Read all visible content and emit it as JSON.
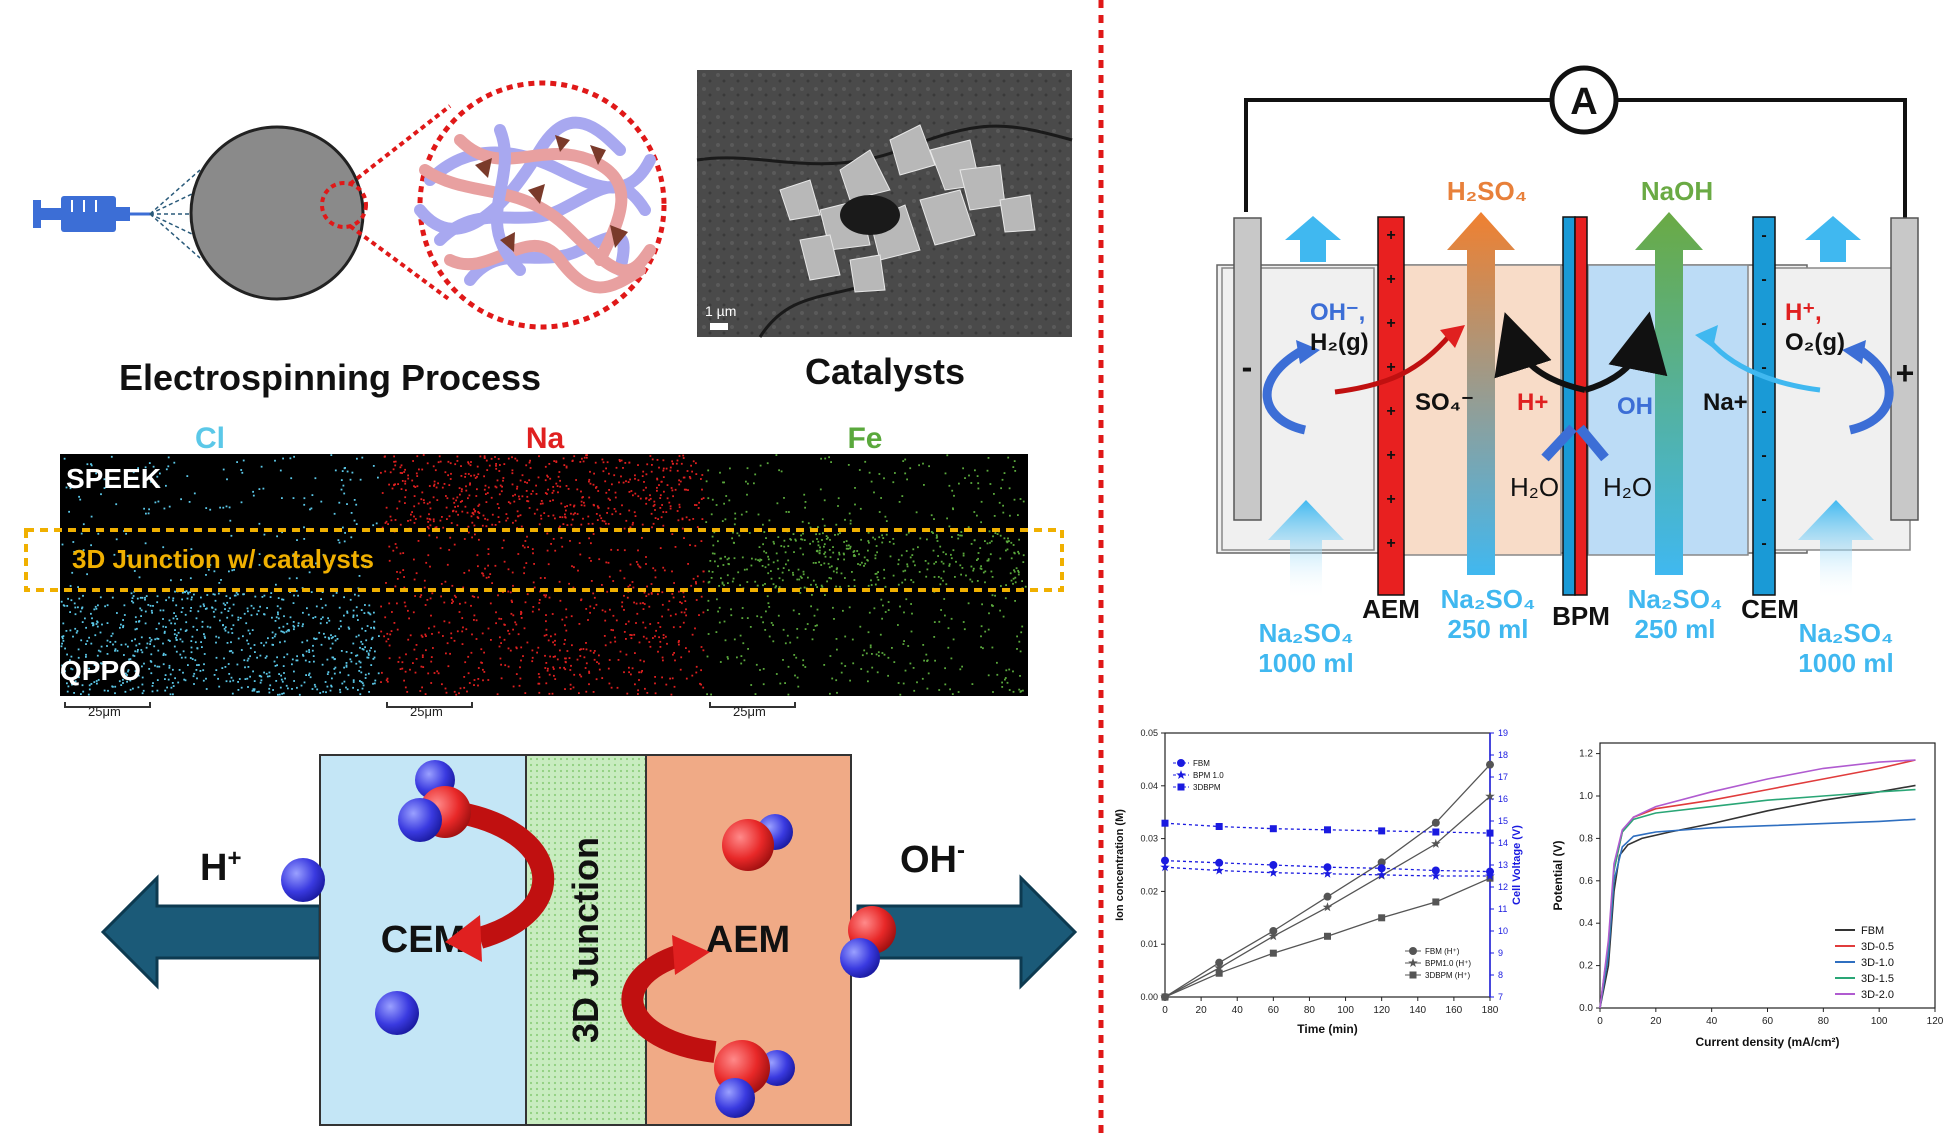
{
  "electrospinning": {
    "caption": "Electrospinning Process"
  },
  "catalysts": {
    "caption": "Catalysts",
    "scale": "1 µm"
  },
  "edx": {
    "elements": [
      {
        "label": "Cl",
        "color": "#5bc8e8"
      },
      {
        "label": "Na",
        "color": "#e02020"
      },
      {
        "label": "Fe",
        "color": "#5aa83c"
      }
    ],
    "top_label": "SPEEK",
    "junction_label": "3D Junction w/ catalysts",
    "bottom_label": "QPPO",
    "scale_bars": [
      "25μm",
      "25μm",
      "25μm"
    ]
  },
  "junction_diagram": {
    "left_ion": "H",
    "left_ion_sup": "+",
    "right_ion": "OH",
    "right_ion_sup": "-",
    "cem": "CEM",
    "junction": "3D Junction",
    "aem": "AEM"
  },
  "cell": {
    "ammeter": "A",
    "minus": "-",
    "plus": "+",
    "h2so4": "H₂SO₄",
    "naoh": "NaOH",
    "oh_h2": [
      "OH⁻,",
      "H₂(g)"
    ],
    "h_o2": [
      "H⁺,",
      "O₂(g)"
    ],
    "so4": "SO₄⁻",
    "hplus": "H+",
    "oh": "OH",
    "naplus": "Na+",
    "h2o_left": "H₂O",
    "h2o_right": "H₂O",
    "aem": "AEM",
    "bpm": "BPM",
    "cem": "CEM",
    "feeds": [
      [
        "Na₂SO₄",
        "1000 ml"
      ],
      [
        "Na₂SO₄",
        "250 ml"
      ],
      [
        "Na₂SO₄",
        "250 ml"
      ],
      [
        "Na₂SO₄",
        "1000 ml"
      ]
    ],
    "colors": {
      "aem": "#e82020",
      "cem": "#1a9ad6",
      "h2so4": "#e8803a",
      "naoh": "#6aaa44"
    }
  },
  "chart_data": [
    {
      "type": "line",
      "xlabel": "Time (min)",
      "ylabel": "Ion concentration (M)",
      "y2label": "Cell Voltage (V)",
      "xlim": [
        0,
        180
      ],
      "ylim": [
        0,
        0.05
      ],
      "y2lim": [
        7,
        19
      ],
      "xticks": [
        "0",
        "20",
        "40",
        "60",
        "80",
        "100",
        "120",
        "140",
        "160",
        "180"
      ],
      "yticks": [
        "0.00",
        "0.01",
        "0.02",
        "0.03",
        "0.04",
        "0.05"
      ],
      "y2ticks": [
        "7",
        "8",
        "9",
        "10",
        "11",
        "12",
        "13",
        "14",
        "15",
        "16",
        "17",
        "18",
        "19"
      ],
      "legend_voltage": [
        "FBM",
        "BPM 1.0",
        "3DBPM"
      ],
      "legend_ion": [
        "FBM (H⁺)",
        "BPM1.0 (H⁺)",
        "3DBPM (H⁺)"
      ],
      "x": [
        0,
        30,
        60,
        90,
        120,
        150,
        180
      ],
      "series": [
        {
          "name": "FBM (H⁺)",
          "axis": "left",
          "values": [
            0.0,
            0.0065,
            0.0125,
            0.019,
            0.0255,
            0.033,
            0.044
          ]
        },
        {
          "name": "BPM1.0 (H⁺)",
          "axis": "left",
          "values": [
            0.0,
            0.0055,
            0.0115,
            0.017,
            0.023,
            0.029,
            0.038
          ]
        },
        {
          "name": "3DBPM (H⁺)",
          "axis": "left",
          "values": [
            0.0,
            0.0045,
            0.0083,
            0.0115,
            0.015,
            0.018,
            0.0225
          ]
        },
        {
          "name": "FBM",
          "axis": "right",
          "values": [
            13.2,
            13.1,
            13.0,
            12.9,
            12.85,
            12.75,
            12.7
          ]
        },
        {
          "name": "BPM 1.0",
          "axis": "right",
          "values": [
            12.9,
            12.75,
            12.65,
            12.6,
            12.55,
            12.5,
            12.5
          ]
        },
        {
          "name": "3DBPM",
          "axis": "right",
          "values": [
            14.9,
            14.75,
            14.65,
            14.6,
            14.55,
            14.5,
            14.45
          ]
        }
      ]
    },
    {
      "type": "line",
      "xlabel": "Current density (mA/cm²)",
      "ylabel": "Potential (V)",
      "xlim": [
        0,
        120
      ],
      "ylim": [
        0,
        1.25
      ],
      "xticks": [
        "0",
        "20",
        "40",
        "60",
        "80",
        "100",
        "120"
      ],
      "yticks": [
        "0.0",
        "0.2",
        "0.4",
        "0.6",
        "0.8",
        "1.0",
        "1.2"
      ],
      "series": [
        {
          "name": "FBM",
          "color": "#333333",
          "points": [
            [
              0,
              0
            ],
            [
              3,
              0.2
            ],
            [
              5,
              0.55
            ],
            [
              7,
              0.72
            ],
            [
              10,
              0.77
            ],
            [
              15,
              0.8
            ],
            [
              25,
              0.83
            ],
            [
              40,
              0.87
            ],
            [
              60,
              0.93
            ],
            [
              80,
              0.98
            ],
            [
              100,
              1.02
            ],
            [
              113,
              1.05
            ]
          ]
        },
        {
          "name": "3D-0.5",
          "color": "#e03c3c",
          "points": [
            [
              0,
              0
            ],
            [
              3,
              0.3
            ],
            [
              5,
              0.65
            ],
            [
              8,
              0.83
            ],
            [
              12,
              0.9
            ],
            [
              20,
              0.94
            ],
            [
              40,
              0.98
            ],
            [
              60,
              1.03
            ],
            [
              80,
              1.08
            ],
            [
              100,
              1.13
            ],
            [
              113,
              1.17
            ]
          ]
        },
        {
          "name": "3D-1.0",
          "color": "#2f6fc0",
          "points": [
            [
              0,
              0
            ],
            [
              3,
              0.25
            ],
            [
              5,
              0.6
            ],
            [
              8,
              0.76
            ],
            [
              12,
              0.81
            ],
            [
              20,
              0.83
            ],
            [
              40,
              0.85
            ],
            [
              60,
              0.86
            ],
            [
              80,
              0.87
            ],
            [
              100,
              0.88
            ],
            [
              113,
              0.89
            ]
          ]
        },
        {
          "name": "3D-1.5",
          "color": "#2aa676",
          "points": [
            [
              0,
              0
            ],
            [
              3,
              0.3
            ],
            [
              5,
              0.65
            ],
            [
              8,
              0.83
            ],
            [
              12,
              0.89
            ],
            [
              20,
              0.92
            ],
            [
              40,
              0.95
            ],
            [
              60,
              0.98
            ],
            [
              80,
              1.0
            ],
            [
              100,
              1.02
            ],
            [
              113,
              1.03
            ]
          ]
        },
        {
          "name": "3D-2.0",
          "color": "#b05bd0",
          "points": [
            [
              0,
              0
            ],
            [
              3,
              0.32
            ],
            [
              5,
              0.68
            ],
            [
              8,
              0.84
            ],
            [
              12,
              0.9
            ],
            [
              20,
              0.95
            ],
            [
              40,
              1.02
            ],
            [
              60,
              1.08
            ],
            [
              80,
              1.13
            ],
            [
              100,
              1.16
            ],
            [
              113,
              1.17
            ]
          ]
        }
      ]
    }
  ]
}
